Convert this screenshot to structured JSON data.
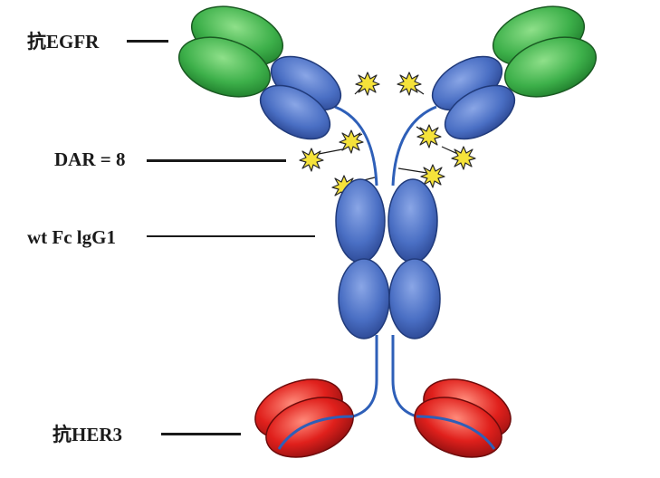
{
  "labels": {
    "anti_egfr": "抗EGFR",
    "dar": "DAR = 8",
    "fc": "wt Fc lgG1",
    "anti_her3": "抗HER3"
  },
  "colors": {
    "egfr_domain": "#3db04a",
    "igg_domain": "#4a6fc4",
    "her3_domain": "#d42020",
    "linker": "#2e5fb8",
    "payload": "#f5e23a",
    "text": "#1a1a1a"
  },
  "icons": {
    "payload": "starburst-icon"
  }
}
